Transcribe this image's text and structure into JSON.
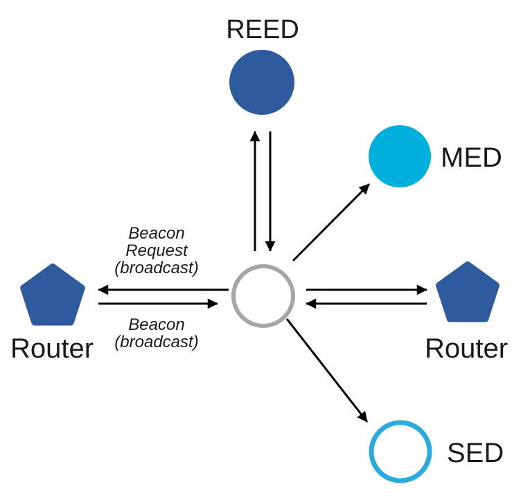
{
  "diagram": {
    "nodes": {
      "reed": {
        "label": "REED",
        "shape": "filled-circle"
      },
      "med": {
        "label": "MED",
        "shape": "filled-circle"
      },
      "joiner": {
        "label": "",
        "shape": "outlined-circle"
      },
      "router_left": {
        "label": "Router",
        "shape": "pentagon"
      },
      "router_right": {
        "label": "Router",
        "shape": "pentagon"
      },
      "sed": {
        "label": "SED",
        "shape": "outlined-circle"
      }
    },
    "messages": {
      "beacon_request": {
        "line1": "Beacon",
        "line2": "Request",
        "line3": "(broadcast)"
      },
      "beacon": {
        "line1": "Beacon",
        "line2": "(broadcast)"
      }
    },
    "colors": {
      "dark_blue": "#2E5B9D",
      "cyan": "#00B0DC",
      "cyan_bright": "#29ABE2",
      "gray": "#A6A6A6",
      "line": "#000000",
      "text": "#1A1A1A"
    }
  }
}
